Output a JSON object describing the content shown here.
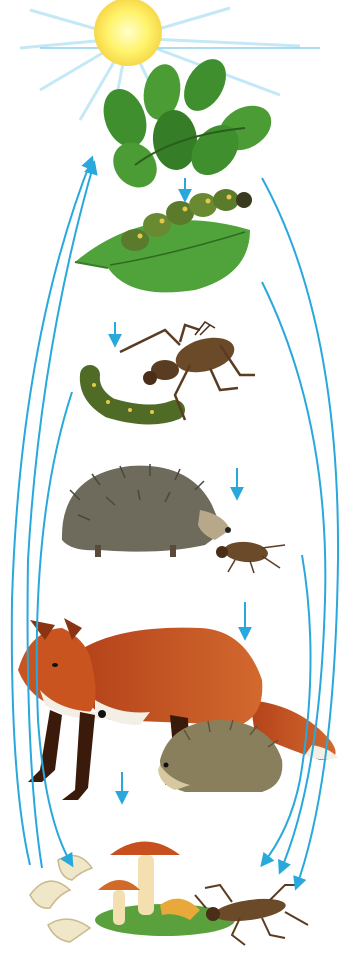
{
  "diagram": {
    "type": "food-chain",
    "stages": [
      {
        "id": "sun",
        "icon": "sun-icon"
      },
      {
        "id": "plant",
        "icon": "leaves-icon"
      },
      {
        "id": "caterpillar",
        "icon": "caterpillar-on-leaf-icon"
      },
      {
        "id": "ground-beetle",
        "icon": "beetle-eating-caterpillar-icon"
      },
      {
        "id": "hedgehog",
        "icon": "hedgehog-with-beetle-icon"
      },
      {
        "id": "fox",
        "icon": "fox-and-hedgehog-icon"
      },
      {
        "id": "decomposers",
        "icon": "mushrooms-larvae-beetle-icon"
      }
    ],
    "colors": {
      "arrow": "#29a8dc",
      "sun": "#fff36b",
      "sky": "#bfe6f7",
      "leaf": "#3f8f2e",
      "caterpillar": "#5a7a2c",
      "beetle": "#6b4a2a",
      "hedgehog": "#6e6a5c",
      "fox": "#c9541f",
      "mushroom_cap": "#c8501e",
      "larva": "#f0e6c8"
    }
  }
}
